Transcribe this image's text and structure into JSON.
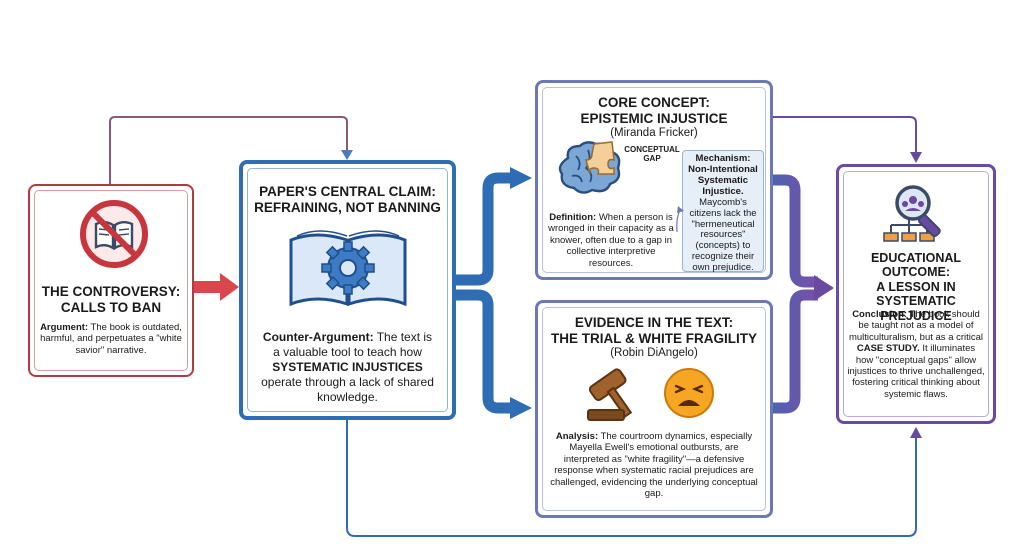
{
  "controversy": {
    "title_line1": "THE CONTROVERSY:",
    "title_line2": "CALLS TO BAN",
    "argument_label": "Argument:",
    "argument_text": " The book is outdated, harmful, and perpetuates a \"white savior\" narrative.",
    "icon": "no-book-icon"
  },
  "central": {
    "title_line1": "PAPER'S CENTRAL CLAIM:",
    "title_line2": "REFRAINING, NOT BANNING",
    "counter_label": "Counter-Argument:",
    "counter_text_1": " The text is a valuable tool to teach how ",
    "counter_emph": "SYSTEMATIC INJUSTICES",
    "counter_text_2": " operate through a lack of shared knowledge.",
    "icon": "book-gear-icon"
  },
  "concept": {
    "title_line1": "CORE CONCEPT:",
    "title_line2": "EPISTEMIC INJUSTICE",
    "author": "(Miranda Fricker)",
    "gap_label": "CONCEPTUAL GAP",
    "definition_label": "Definition:",
    "definition_text": " When a person is wronged in their capacity as a knower, often due to a gap in collective interpretive resources.",
    "mechanism_label": "Mechanism: Non-Intentional Systematic Injustice.",
    "mechanism_text": "Maycomb's citizens lack the \"hermeneutical resources\" (concepts) to recognize their own prejudice.",
    "icon": "brain-puzzle-icon"
  },
  "evidence": {
    "title_line1": "EVIDENCE IN THE TEXT:",
    "title_line2": "THE TRIAL & WHITE FRAGILITY",
    "author": "(Robin DiAngelo)",
    "analysis_label": "Analysis:",
    "analysis_text": " The courtroom dynamics, especially Mayella Ewell's emotional outbursts, are interpreted as \"white fragility\"—a defensive response when systematic racial prejudices are challenged, evidencing the underlying conceptual gap.",
    "icons": [
      "gavel-icon",
      "distressed-face-icon"
    ]
  },
  "outcome": {
    "title_line1": "EDUCATIONAL OUTCOME:",
    "title_line2": "A LESSON IN",
    "title_line3": "SYSTEMATIC PREJUDICE",
    "conclusion_label": "Conclusion:",
    "conclusion_text_1": " The book should be taught not as a model of multiculturalism, but as a critical ",
    "conclusion_emph": "CASE STUDY.",
    "conclusion_text_2": " It illuminates how \"conceptual gaps\" allow injustices to thrive unchallenged, fostering critical thinking about systemic flaws.",
    "icon": "magnifier-network-icon"
  },
  "colors": {
    "red": "#b23b42",
    "blue": "#2e6db3",
    "indigo": "#6b78b4",
    "purple": "#6a4aa0"
  }
}
